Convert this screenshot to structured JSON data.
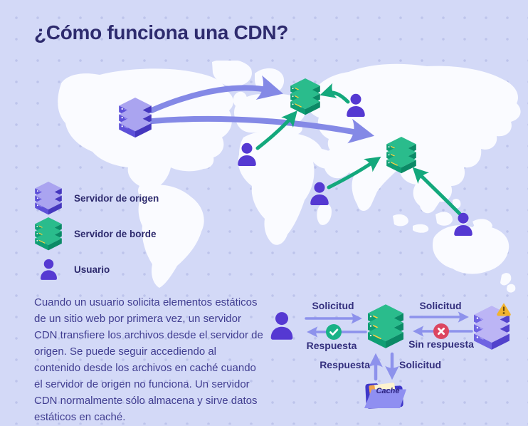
{
  "title": "¿Cómo funciona una CDN?",
  "legend": {
    "items": [
      {
        "icon": "origin-server-icon",
        "label": "Servidor de origen"
      },
      {
        "icon": "edge-server-icon",
        "label": "Servidor de borde"
      },
      {
        "icon": "user-icon",
        "label": "Usuario"
      }
    ]
  },
  "description": "Cuando un usuario solicita elementos estáticos de un sitio web por primera vez, un servidor CDN transfiere los archivos desde el servidor de origen. Se puede seguir accediendo al contenido desde los archivos en caché cuando el servidor de origen no funciona. Un servidor CDN normalmente sólo almacena y sirve datos estáticos en caché.",
  "flow": {
    "request_user": "Solicitud",
    "response_user": "Respuesta",
    "request_origin": "Solicitud",
    "no_response": "Sin respuesta",
    "response_cache": "Respuesta",
    "request_cache": "Solicitud",
    "cache_name": "Caché"
  },
  "map": {
    "markers": [
      {
        "type": "origin-server",
        "region": "north-america"
      },
      {
        "type": "edge-server",
        "region": "europe"
      },
      {
        "type": "edge-server",
        "region": "east-asia"
      },
      {
        "type": "user",
        "region": "northwest-africa"
      },
      {
        "type": "user",
        "region": "central-russia"
      },
      {
        "type": "user",
        "region": "east-africa"
      },
      {
        "type": "user",
        "region": "australia"
      }
    ]
  },
  "colors": {
    "background": "#d3d9f7",
    "map_land": "#fafbff",
    "title_text": "#2e2b6e",
    "body_text": "#403d90",
    "purple_arrow": "#8489e6",
    "green_arrow": "#13a87c",
    "user_purple": "#5539d2",
    "check_green": "#19b287",
    "error_red": "#dc4661",
    "warning_yellow": "#f2b32e"
  }
}
